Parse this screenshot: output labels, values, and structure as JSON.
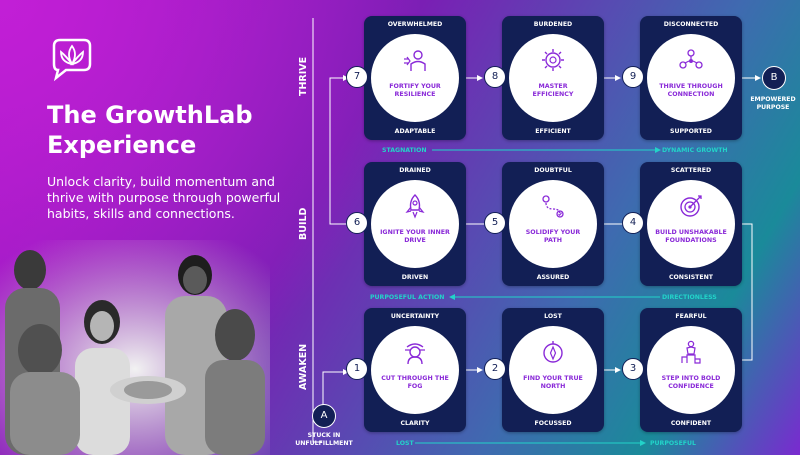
{
  "header": {
    "title_line1": "The GrowthLab",
    "title_line2": "Experience",
    "subtitle": "Unlock clarity, build momentum and thrive with purpose through powerful habits, skills and connections."
  },
  "rows": [
    {
      "label": "THRIVE"
    },
    {
      "label": "BUILD"
    },
    {
      "label": "AWAKEN"
    }
  ],
  "steps": [
    {
      "num": "7",
      "top": "OVERWHELMED",
      "title": "FORTIFY YOUR RESILIENCE",
      "bottom": "ADAPTABLE",
      "icon": "resilience-icon"
    },
    {
      "num": "8",
      "top": "BURDENED",
      "title": "MASTER EFFICIENCY",
      "bottom": "EFFICIENT",
      "icon": "efficiency-gear-icon"
    },
    {
      "num": "9",
      "top": "DISCONNECTED",
      "title": "THRIVE THROUGH CONNECTION",
      "bottom": "SUPPORTED",
      "icon": "network-icon"
    },
    {
      "num": "6",
      "top": "DRAINED",
      "title": "IGNITE YOUR INNER DRIVE",
      "bottom": "DRIVEN",
      "icon": "rocket-icon"
    },
    {
      "num": "5",
      "top": "DOUBTFUL",
      "title": "SOLIDIFY YOUR PATH",
      "bottom": "ASSURED",
      "icon": "path-icon"
    },
    {
      "num": "4",
      "top": "SCATTERED",
      "title": "BUILD UNSHAKABLE FOUNDATIONS",
      "bottom": "CONSISTENT",
      "icon": "target-icon"
    },
    {
      "num": "1",
      "top": "UNCERTAINTY",
      "title": "CUT THROUGH THE FOG",
      "bottom": "CLARITY",
      "icon": "head-fog-icon"
    },
    {
      "num": "2",
      "top": "LOST",
      "title": "FIND YOUR TRUE NORTH",
      "bottom": "FOCUSSED",
      "icon": "compass-icon"
    },
    {
      "num": "3",
      "top": "FEARFUL",
      "title": "STEP INTO BOLD CONFIDENCE",
      "bottom": "CONFIDENT",
      "icon": "podium-icon"
    }
  ],
  "flows": {
    "thrive_from": "STAGNATION",
    "thrive_to": "DYNAMIC GROWTH",
    "build_from": "DIRECTIONLESS",
    "build_to": "PURPOSEFUL ACTION",
    "awaken_from": "LOST",
    "awaken_to": "PURPOSEFUL"
  },
  "start": {
    "badge": "A",
    "caption_line1": "STUCK IN",
    "caption_line2": "UNFULFILLMENT"
  },
  "end": {
    "badge": "B",
    "caption_line1": "EMPOWERED",
    "caption_line2": "PURPOSE"
  },
  "colors": {
    "card": "#121f55",
    "accent": "#8a2ad8",
    "flow": "#22d3c9"
  }
}
